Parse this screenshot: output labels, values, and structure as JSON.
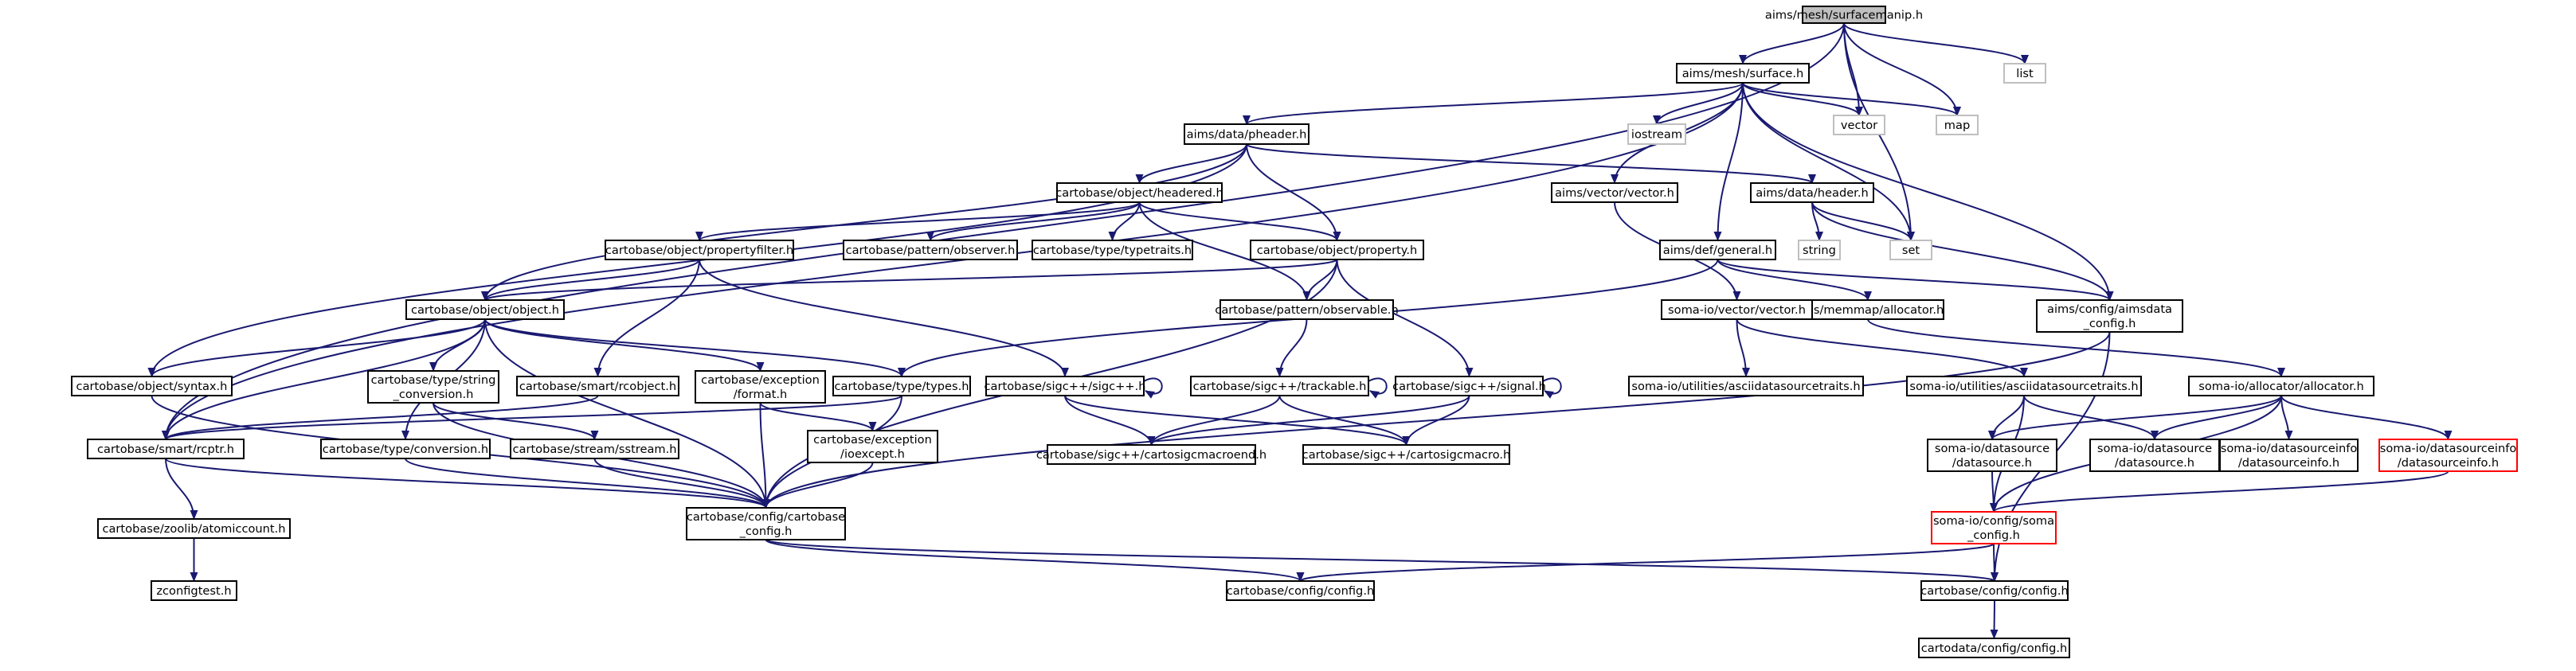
{
  "colors": {
    "edge": "#191970",
    "root_fill": "#bfbfbf",
    "node_border": "#000000",
    "external_border": "#bfbfbf",
    "truncated_border": "#ff0000",
    "text": "#000000"
  },
  "nodes": [
    {
      "id": "surfacemanip",
      "lines": [
        "aims/mesh/surfacemanip.h"
      ],
      "style": "root"
    },
    {
      "id": "surface",
      "lines": [
        "aims/mesh/surface.h"
      ],
      "style": "normal"
    },
    {
      "id": "list",
      "lines": [
        "list"
      ],
      "style": "external"
    },
    {
      "id": "pheader",
      "lines": [
        "aims/data/pheader.h"
      ],
      "style": "normal"
    },
    {
      "id": "iostream",
      "lines": [
        "iostream"
      ],
      "style": "external"
    },
    {
      "id": "vector",
      "lines": [
        "vector"
      ],
      "style": "external"
    },
    {
      "id": "map",
      "lines": [
        "map"
      ],
      "style": "external"
    },
    {
      "id": "headered",
      "lines": [
        "cartobase/object/headered.h"
      ],
      "style": "normal"
    },
    {
      "id": "avector",
      "lines": [
        "aims/vector/vector.h"
      ],
      "style": "normal"
    },
    {
      "id": "header",
      "lines": [
        "aims/data/header.h"
      ],
      "style": "normal"
    },
    {
      "id": "string",
      "lines": [
        "string"
      ],
      "style": "external"
    },
    {
      "id": "set",
      "lines": [
        "set"
      ],
      "style": "external"
    },
    {
      "id": "propfilter",
      "lines": [
        "cartobase/object/propertyfilter.h"
      ],
      "style": "normal"
    },
    {
      "id": "observer",
      "lines": [
        "cartobase/pattern/observer.h"
      ],
      "style": "normal"
    },
    {
      "id": "typetraits",
      "lines": [
        "cartobase/type/typetraits.h"
      ],
      "style": "normal"
    },
    {
      "id": "property",
      "lines": [
        "cartobase/object/property.h"
      ],
      "style": "normal"
    },
    {
      "id": "general",
      "lines": [
        "aims/def/general.h"
      ],
      "style": "normal"
    },
    {
      "id": "aimsdata",
      "lines": [
        "aims/config/aimsdata",
        "_config.h"
      ],
      "style": "normal"
    },
    {
      "id": "object",
      "lines": [
        "cartobase/object/object.h"
      ],
      "style": "normal"
    },
    {
      "id": "observable",
      "lines": [
        "cartobase/pattern/observable.h"
      ],
      "style": "normal"
    },
    {
      "id": "allocator",
      "lines": [
        "aims/memmap/allocator.h"
      ],
      "style": "normal"
    },
    {
      "id": "somavector",
      "lines": [
        "soma-io/vector/vector.h"
      ],
      "style": "normal"
    },
    {
      "id": "syntax",
      "lines": [
        "cartobase/object/syntax.h"
      ],
      "style": "normal"
    },
    {
      "id": "stringconv",
      "lines": [
        "cartobase/type/string",
        "_conversion.h"
      ],
      "style": "normal"
    },
    {
      "id": "rcobject",
      "lines": [
        "cartobase/smart/rcobject.h"
      ],
      "style": "normal"
    },
    {
      "id": "format",
      "lines": [
        "cartobase/exception",
        "/format.h"
      ],
      "style": "normal"
    },
    {
      "id": "types",
      "lines": [
        "cartobase/type/types.h"
      ],
      "style": "normal"
    },
    {
      "id": "sigc",
      "lines": [
        "cartobase/sigc++/sigc++.h"
      ],
      "style": "normal"
    },
    {
      "id": "trackable",
      "lines": [
        "cartobase/sigc++/trackable.h"
      ],
      "style": "normal"
    },
    {
      "id": "signal",
      "lines": [
        "cartobase/sigc++/signal.h"
      ],
      "style": "normal"
    },
    {
      "id": "asciitraits",
      "lines": [
        "soma-io/utilities/asciidatasourcetraits.h"
      ],
      "style": "normal"
    },
    {
      "id": "asciitraits2",
      "lines": [
        "soma-io/utilities/asciidatasourcetraits.h"
      ],
      "style": "normal"
    },
    {
      "id": "somaalloc",
      "lines": [
        "soma-io/allocator/allocator.h"
      ],
      "style": "normal"
    },
    {
      "id": "rcptr",
      "lines": [
        "cartobase/smart/rcptr.h"
      ],
      "style": "normal"
    },
    {
      "id": "conversion",
      "lines": [
        "cartobase/type/conversion.h"
      ],
      "style": "normal"
    },
    {
      "id": "sstream",
      "lines": [
        "cartobase/stream/sstream.h"
      ],
      "style": "normal"
    },
    {
      "id": "ioexcept",
      "lines": [
        "cartobase/exception",
        "/ioexcept.h"
      ],
      "style": "normal"
    },
    {
      "id": "macroend",
      "lines": [
        "cartobase/sigc++/cartosigcmacroend.h"
      ],
      "style": "normal"
    },
    {
      "id": "macro",
      "lines": [
        "cartobase/sigc++/cartosigcmacro.h"
      ],
      "style": "normal"
    },
    {
      "id": "ds1",
      "lines": [
        "soma-io/datasource",
        "/datasource.h"
      ],
      "style": "normal"
    },
    {
      "id": "ds2",
      "lines": [
        "soma-io/datasource",
        "/datasource.h"
      ],
      "style": "normal"
    },
    {
      "id": "dsinfo1",
      "lines": [
        "soma-io/datasourceinfo",
        "/datasourceinfo.h"
      ],
      "style": "normal"
    },
    {
      "id": "dsinfo2",
      "lines": [
        "soma-io/datasourceinfo",
        "/datasourceinfo.h"
      ],
      "style": "truncated"
    },
    {
      "id": "cbconfig",
      "lines": [
        "cartobase/config/cartobase",
        "_config.h"
      ],
      "style": "normal"
    },
    {
      "id": "atomiccount",
      "lines": [
        "cartobase/zoolib/atomiccount.h"
      ],
      "style": "normal"
    },
    {
      "id": "somaconfig",
      "lines": [
        "soma-io/config/soma",
        "_config.h"
      ],
      "style": "truncated"
    },
    {
      "id": "zconfigtest",
      "lines": [
        "zconfigtest.h"
      ],
      "style": "normal"
    },
    {
      "id": "cbconfigh",
      "lines": [
        "cartobase/config/config.h"
      ],
      "style": "normal"
    },
    {
      "id": "cbconfig2",
      "lines": [
        "cartobase/config/config.h"
      ],
      "style": "normal"
    },
    {
      "id": "cdconfig",
      "lines": [
        "cartodata/config/config.h"
      ],
      "style": "normal"
    }
  ],
  "edges": [
    {
      "from": "surfacemanip",
      "to": "surface"
    },
    {
      "from": "surfacemanip",
      "to": "list"
    },
    {
      "from": "surfacemanip",
      "to": "vector"
    },
    {
      "from": "surfacemanip",
      "to": "map"
    },
    {
      "from": "surfacemanip",
      "to": "set"
    },
    {
      "from": "surfacemanip",
      "to": "rcptr"
    },
    {
      "from": "surface",
      "to": "pheader"
    },
    {
      "from": "surface",
      "to": "iostream"
    },
    {
      "from": "surface",
      "to": "vector"
    },
    {
      "from": "surface",
      "to": "map"
    },
    {
      "from": "surface",
      "to": "set"
    },
    {
      "from": "surface",
      "to": "avector"
    },
    {
      "from": "surface",
      "to": "general"
    },
    {
      "from": "surface",
      "to": "aimsdata"
    },
    {
      "from": "surface",
      "to": "rcptr"
    },
    {
      "from": "pheader",
      "to": "headered"
    },
    {
      "from": "pheader",
      "to": "header"
    },
    {
      "from": "pheader",
      "to": "property"
    },
    {
      "from": "pheader",
      "to": "object"
    },
    {
      "from": "pheader",
      "to": "syntax"
    },
    {
      "from": "headered",
      "to": "propfilter"
    },
    {
      "from": "headered",
      "to": "observer"
    },
    {
      "from": "headered",
      "to": "typetraits"
    },
    {
      "from": "headered",
      "to": "property"
    },
    {
      "from": "headered",
      "to": "observable"
    },
    {
      "from": "header",
      "to": "string"
    },
    {
      "from": "header",
      "to": "set"
    },
    {
      "from": "header",
      "to": "aimsdata"
    },
    {
      "from": "avector",
      "to": "somavector"
    },
    {
      "from": "general",
      "to": "aimsdata"
    },
    {
      "from": "general",
      "to": "allocator"
    },
    {
      "from": "general",
      "to": "types"
    },
    {
      "from": "propfilter",
      "to": "object"
    },
    {
      "from": "propfilter",
      "to": "rcobject"
    },
    {
      "from": "propfilter",
      "to": "sigc"
    },
    {
      "from": "property",
      "to": "object"
    },
    {
      "from": "property",
      "to": "observable"
    },
    {
      "from": "property",
      "to": "signal"
    },
    {
      "from": "property",
      "to": "cbconfig"
    },
    {
      "from": "aimsdata",
      "to": "cbconfig"
    },
    {
      "from": "aimsdata",
      "to": "cbconfig2"
    },
    {
      "from": "allocator",
      "to": "somaalloc"
    },
    {
      "from": "somavector",
      "to": "asciitraits"
    },
    {
      "from": "somavector",
      "to": "asciitraits2"
    },
    {
      "from": "object",
      "to": "syntax"
    },
    {
      "from": "object",
      "to": "stringconv"
    },
    {
      "from": "object",
      "to": "format"
    },
    {
      "from": "object",
      "to": "types"
    },
    {
      "from": "object",
      "to": "rcptr"
    },
    {
      "from": "object",
      "to": "conversion"
    },
    {
      "from": "object",
      "to": "cbconfig"
    },
    {
      "from": "observable",
      "to": "trackable"
    },
    {
      "from": "syntax",
      "to": "cbconfig"
    },
    {
      "from": "stringconv",
      "to": "sstream"
    },
    {
      "from": "stringconv",
      "to": "cbconfig"
    },
    {
      "from": "rcobject",
      "to": "rcptr"
    },
    {
      "from": "format",
      "to": "ioexcept"
    },
    {
      "from": "format",
      "to": "cbconfig"
    },
    {
      "from": "types",
      "to": "rcptr"
    },
    {
      "from": "types",
      "to": "cbconfig"
    },
    {
      "from": "sigc",
      "to": "sigc"
    },
    {
      "from": "sigc",
      "to": "macroend"
    },
    {
      "from": "sigc",
      "to": "macro"
    },
    {
      "from": "trackable",
      "to": "trackable"
    },
    {
      "from": "trackable",
      "to": "macroend"
    },
    {
      "from": "trackable",
      "to": "macro"
    },
    {
      "from": "signal",
      "to": "signal"
    },
    {
      "from": "signal",
      "to": "macroend"
    },
    {
      "from": "signal",
      "to": "macro"
    },
    {
      "from": "asciitraits2",
      "to": "ds1"
    },
    {
      "from": "asciitraits2",
      "to": "ds2"
    },
    {
      "from": "asciitraits2",
      "to": "somaconfig"
    },
    {
      "from": "somaalloc",
      "to": "ds1"
    },
    {
      "from": "somaalloc",
      "to": "ds2"
    },
    {
      "from": "somaalloc",
      "to": "dsinfo1"
    },
    {
      "from": "somaalloc",
      "to": "dsinfo2"
    },
    {
      "from": "somaalloc",
      "to": "somaconfig"
    },
    {
      "from": "rcptr",
      "to": "atomiccount"
    },
    {
      "from": "rcptr",
      "to": "cbconfig"
    },
    {
      "from": "conversion",
      "to": "cbconfig"
    },
    {
      "from": "sstream",
      "to": "cbconfig"
    },
    {
      "from": "ioexcept",
      "to": "cbconfig"
    },
    {
      "from": "ds1",
      "to": "somaconfig"
    },
    {
      "from": "dsinfo2",
      "to": "somaconfig"
    },
    {
      "from": "atomiccount",
      "to": "zconfigtest"
    },
    {
      "from": "cbconfig",
      "to": "cbconfigh"
    },
    {
      "from": "cbconfig",
      "to": "cbconfig2"
    },
    {
      "from": "somaconfig",
      "to": "cbconfigh"
    },
    {
      "from": "somaconfig",
      "to": "cbconfig2"
    },
    {
      "from": "cbconfig2",
      "to": "cdconfig"
    }
  ]
}
